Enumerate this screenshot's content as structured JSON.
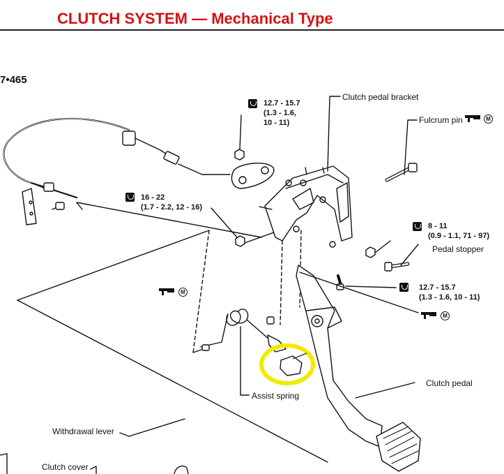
{
  "header": {
    "title": "CLUTCH SYSTEM — Mechanical Type",
    "page_code": "7•465"
  },
  "labels": {
    "clutch_pedal_bracket": "Clutch pedal bracket",
    "fulcrum_pin": "Fulcrum pin",
    "pedal_stopper": "Pedal stopper",
    "clutch_pedal": "Clutch pedal",
    "assist_spring": "Assist spring",
    "withdrawal_lever": "Withdrawal lever",
    "clutch_cover": "Clutch cover",
    "grease_mark": "M"
  },
  "torques": {
    "t1": {
      "line1": "12.7 - 15.7",
      "line2": "(1.3 - 1.6,",
      "line3": "10 - 11)"
    },
    "t2": {
      "line1": "16 - 22",
      "line2": "(1.7 - 2.2, 12 - 16)"
    },
    "t3": {
      "line1": "8 - 11",
      "line2": "(0.9 - 1.1, 71 - 97)"
    },
    "t4": {
      "line1": "12.7 - 15.7",
      "line2": "(1.3 - 1.6, 10 - 11)"
    }
  },
  "colors": {
    "title": "#d21212",
    "highlight": "#f2ea00",
    "line": "#111111"
  },
  "icons": [
    "torque-wrench-icon",
    "grease-gun-icon",
    "m-circle-icon"
  ]
}
